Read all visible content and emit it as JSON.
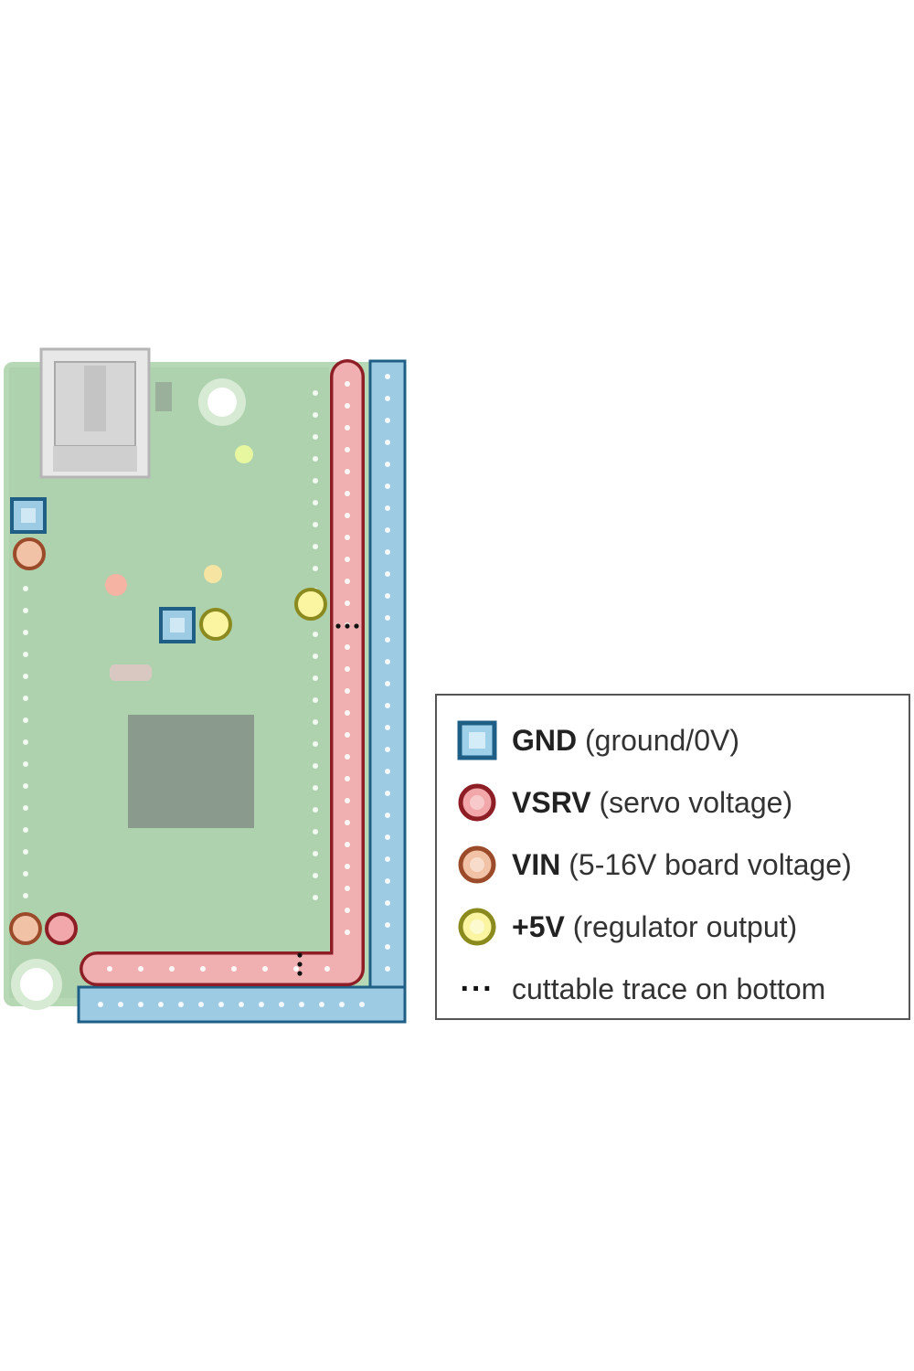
{
  "legend": {
    "items": [
      {
        "key": "GND",
        "desc": "(ground/0V)",
        "symbol": "square",
        "fill": "#9fd0ea",
        "stroke": "#1f5f86"
      },
      {
        "key": "VSRV",
        "desc": "(servo voltage)",
        "symbol": "circle",
        "fill": "#f2a7ab",
        "stroke": "#8e1e25"
      },
      {
        "key": "VIN",
        "desc": "(5-16V board voltage)",
        "symbol": "circle",
        "fill": "#f2c2a6",
        "stroke": "#9b4a2a"
      },
      {
        "key": "+5V",
        "desc": "(regulator output)",
        "symbol": "circle",
        "fill": "#fbf5a2",
        "stroke": "#8a8a1e"
      }
    ],
    "trace_symbol": "···",
    "trace_text": "cuttable trace on bottom"
  },
  "colors": {
    "board": "#b6d6b4",
    "gnd": "#1f5f86",
    "vsrv": "#8e1e25",
    "vin": "#9b4a2a",
    "v5": "#8a8a1e"
  }
}
